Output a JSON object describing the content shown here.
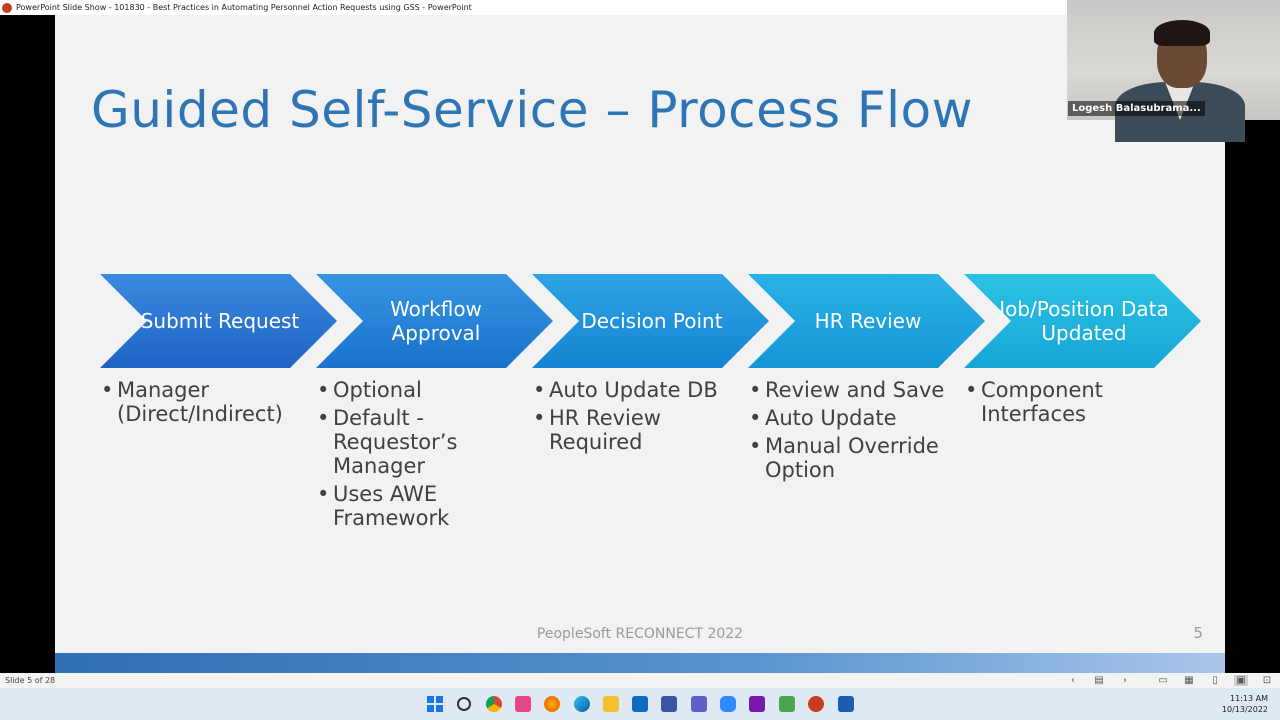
{
  "window": {
    "title": "PowerPoint Slide Show  -  101830 - Best Practices in Automating Personnel Action Requests using GSS - PowerPoint"
  },
  "slide": {
    "title": "Guided Self-Service – Process Flow",
    "steps": [
      {
        "label": "Submit Request",
        "color": "#2f7bd6",
        "bullets": [
          "Manager (Direct/Indirect)"
        ]
      },
      {
        "label": "Workflow Approval",
        "color": "#2688dc",
        "bullets": [
          "Optional",
          "Default - Requestor’s Manager",
          "Uses AWE Framework"
        ]
      },
      {
        "label": "Decision Point",
        "color": "#1f98de",
        "bullets": [
          "Auto Update DB",
          "HR Review Required"
        ]
      },
      {
        "label": "HR Review",
        "color": "#19a7dd",
        "bullets": [
          "Review and Save",
          "Auto Update",
          "Manual Override Option"
        ]
      },
      {
        "label": "Job/Position Data Updated",
        "color": "#18b6da",
        "bullets": [
          "Component Interfaces"
        ]
      }
    ],
    "footer": "PeopleSoft RECONNECT 2022",
    "number": "5"
  },
  "video": {
    "participant_name": "Logesh Balasubrama..."
  },
  "status": {
    "slide_indicator": "Slide 5 of 28"
  },
  "taskbar": {
    "icons": [
      "windows-start-icon",
      "search-icon",
      "chrome-icon",
      "snipping-tool-icon",
      "firefox-icon",
      "edge-icon",
      "file-explorer-icon",
      "outlook-icon",
      "teams-alt-icon",
      "teams-icon",
      "zoom-icon",
      "onenote-icon",
      "paint-icon",
      "powerpoint-icon",
      "media-icon"
    ],
    "time": "11:13 AM",
    "date": "10/13/2022"
  }
}
